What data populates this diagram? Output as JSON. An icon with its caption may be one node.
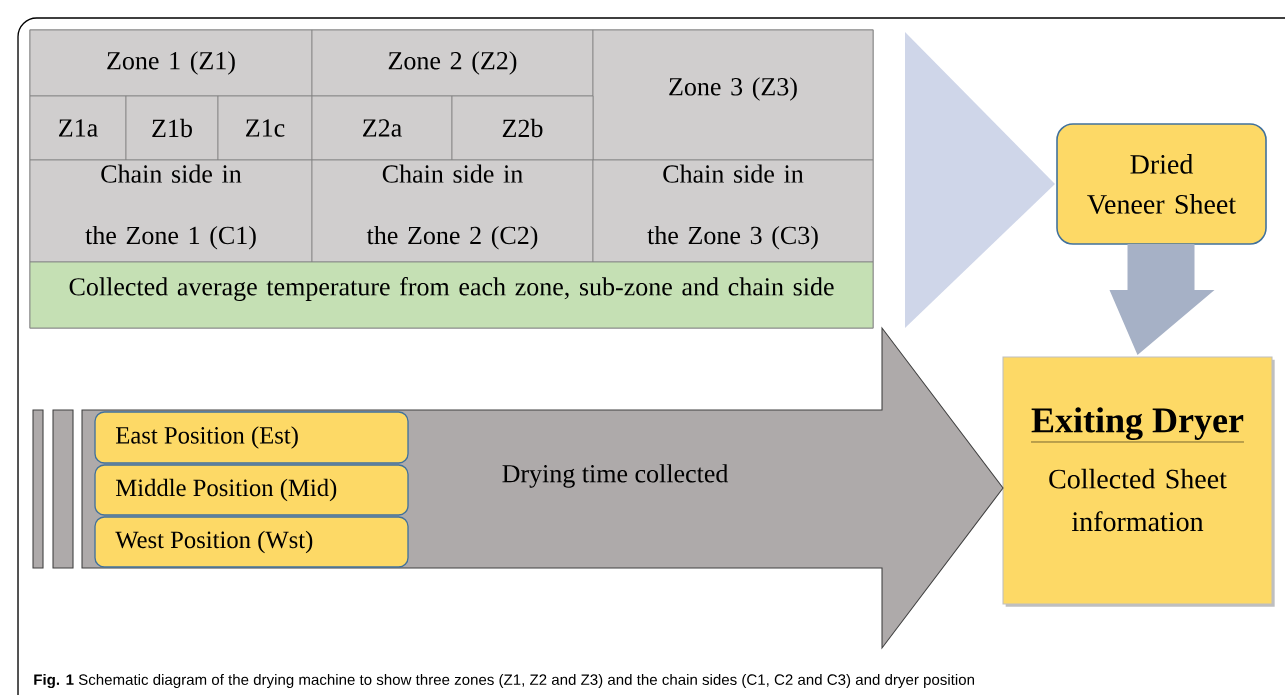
{
  "diagram": {
    "caption": "**Fig. 1** Schematic diagram of the drying machine to show three zones (Z1, Z2 and Z3) and the chain sides (C1, C2 and C3) and dryer position",
    "nodes": [
      {
        "text": [],
        "shape": "box"
      },
      {
        "text": [
          "Zone 1 (Z1)"
        ],
        "in": 0
      },
      {
        "text": [
          "Zone 2 (Z2)"
        ],
        "in": 0
      },
      {
        "text": [
          "Zone 3 (Z3)"
        ],
        "in": 0
      },
      {
        "text": [
          "Z1a"
        ],
        "in": 0
      },
      {
        "text": [
          "Z1b"
        ],
        "in": 0
      },
      {
        "text": [
          "Z1c"
        ],
        "in": 0
      },
      {
        "text": [
          "Z2a"
        ],
        "in": 0
      },
      {
        "text": [
          "Z2b"
        ],
        "in": 0
      },
      {
        "text": [
          "Chain side in the Zone 1 (C1)"
        ],
        "in": 0
      },
      {
        "text": [
          "Chain side in the Zone 2 (C2)"
        ],
        "in": 0
      },
      {
        "text": [
          "Chain side in the Zone 3 (C3)"
        ],
        "in": 0
      },
      {
        "text": [
          "Collected average temperature from each zone, sub-zone and chain side"
        ],
        "in": 0
      },
      {
        "text": [
          "Dried Veneer Sheet"
        ]
      },
      {
        "text": [
          "Exiting Dryer",
          "Collected Sheet information"
        ]
      },
      {
        "text": [
          "Drying time collected"
        ]
      },
      {
        "text": [
          "East Position (Est)"
        ],
        "in": 15
      },
      {
        "text": [
          "Middle Position (Mid)"
        ],
        "in": 15
      },
      {
        "text": [
          "West Position (Wst)"
        ],
        "in": 15
      }
    ],
    "edges": [
      {
        "from": 0,
        "to": 13,
        "arrow": "to",
        "style": "thick",
        "color": "#cfd6e9"
      },
      {
        "from": 13,
        "to": 14,
        "arrow": "to",
        "style": "thick",
        "color": "#a6b1c6"
      }
    ]
  }
}
